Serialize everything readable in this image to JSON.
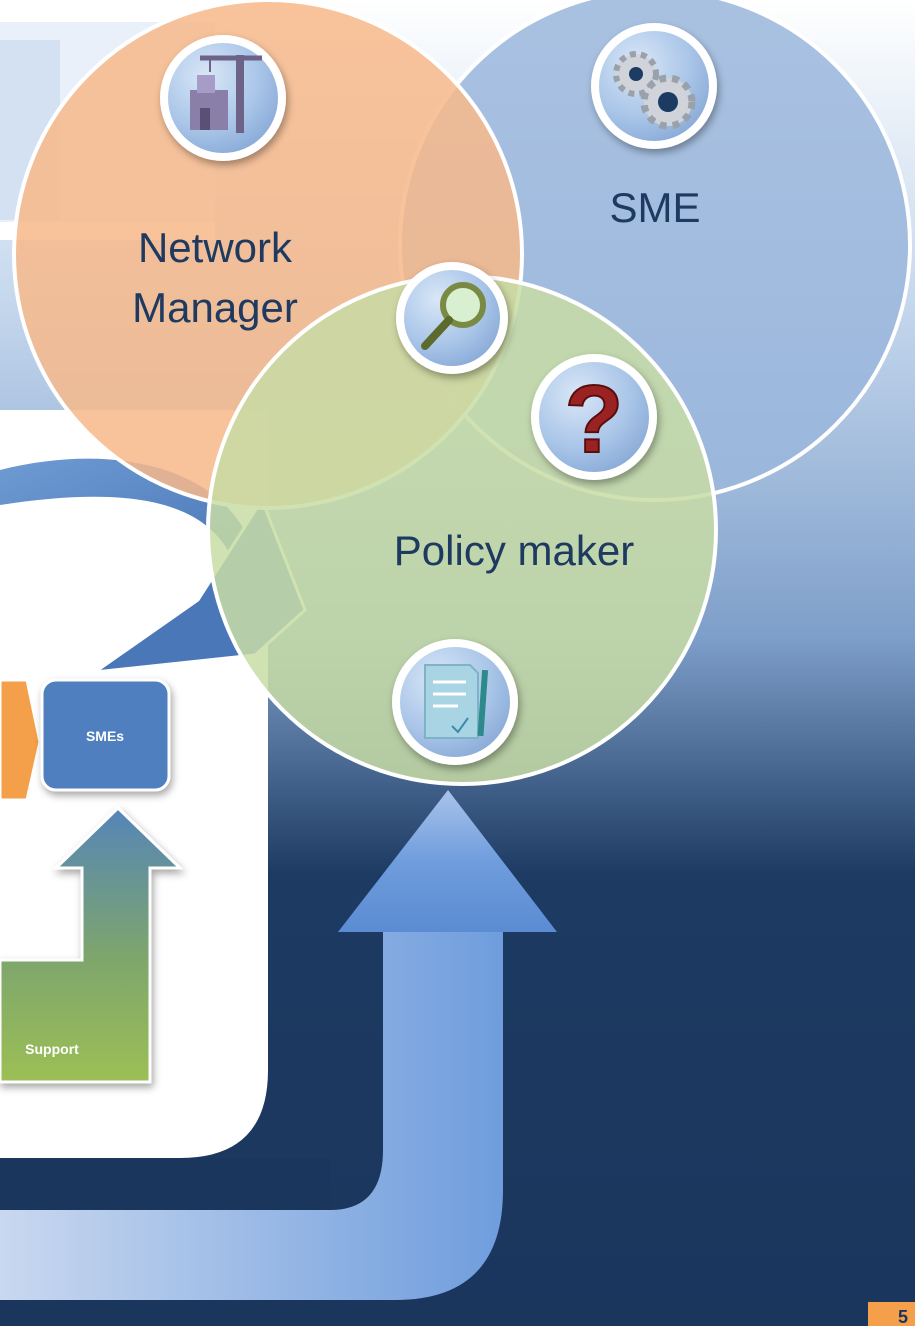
{
  "venn": {
    "network_manager_label_line1": "Network",
    "network_manager_label_line2": "Manager",
    "sme_label": "SME",
    "policy_maker_label": "Policy maker"
  },
  "flow": {
    "smes_box_label": "SMEs",
    "support_label": "Support"
  },
  "icons": {
    "network_manager": "crane-building-icon",
    "sme": "gears-icon",
    "intersection": "magnifier-icon",
    "question": "question-mark-icon",
    "policy_maker": "document-pen-icon"
  },
  "colors": {
    "network_manager_circle": "#f7b98a",
    "sme_circle": "#9ab6dc",
    "policy_maker_circle": "#c8dca4",
    "navy": "#1b365d",
    "box_blue": "#4f7fbf",
    "orange_arrow": "#f4a04a",
    "support_green": "#9cbf55"
  },
  "page_number": "5"
}
